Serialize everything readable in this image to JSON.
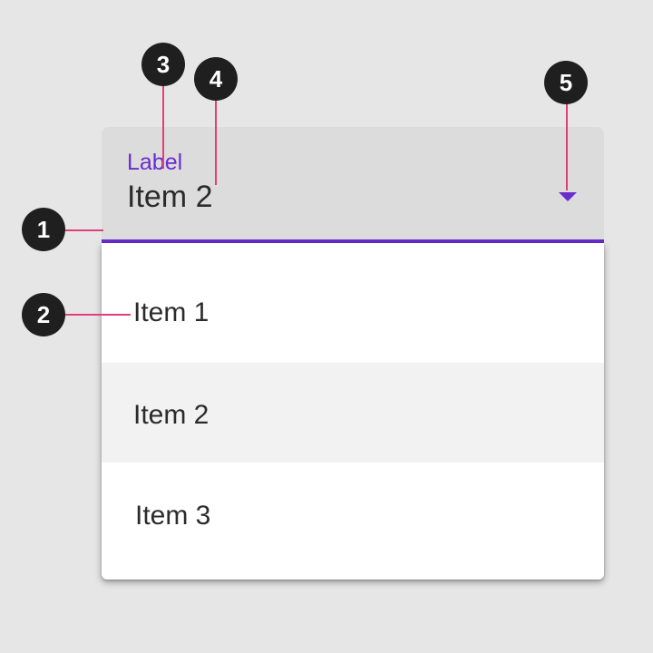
{
  "select": {
    "label": "Label",
    "value": "Item 2",
    "arrow_icon": "arrow-drop-down-icon",
    "accent_color": "#6a2ccf"
  },
  "menu": {
    "items": [
      {
        "label": "Item 1",
        "selected": false
      },
      {
        "label": "Item 2",
        "selected": true
      },
      {
        "label": "Item 3",
        "selected": false
      }
    ]
  },
  "callouts": {
    "badges": [
      "1",
      "2",
      "3",
      "4",
      "5"
    ],
    "line_color": "#e0407a",
    "badge_color": "#1f1f1f"
  }
}
